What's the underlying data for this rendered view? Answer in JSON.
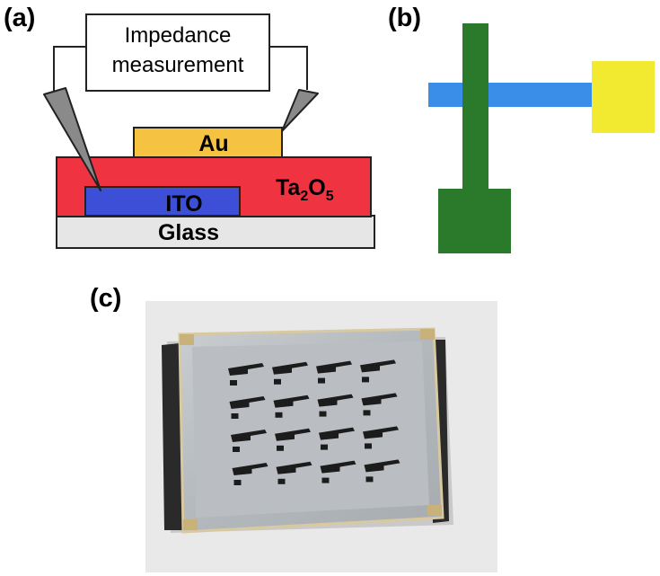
{
  "panels": {
    "a": {
      "label": "(a)",
      "box_line1": "Impedance",
      "box_line2": "measurement",
      "layers": {
        "au": "Au",
        "ito": "ITO",
        "oxide_main": "Ta",
        "oxide_sub1": "2",
        "oxide_mid": "O",
        "oxide_sub2": "5",
        "glass": "Glass"
      },
      "colors": {
        "au": "#f5c242",
        "oxide": "#ef3340",
        "ito": "#3d4fd6",
        "glass": "#e6e6e6",
        "probe": "#8a8a8a"
      }
    },
    "b": {
      "label": "(b)",
      "colors": {
        "electrode_bottom": "#3a8ee8",
        "electrode_top": "#2b7a2b",
        "pad_yellow": "#f2ea30",
        "pad_green": "#2b7a2b"
      }
    },
    "c": {
      "label": "(c)",
      "colors": {
        "background": "#e9e9e9",
        "glass": "#b5b9bd",
        "electrode": "#1c1c1c"
      },
      "grid": {
        "columns": 4,
        "rows": 4
      }
    }
  }
}
